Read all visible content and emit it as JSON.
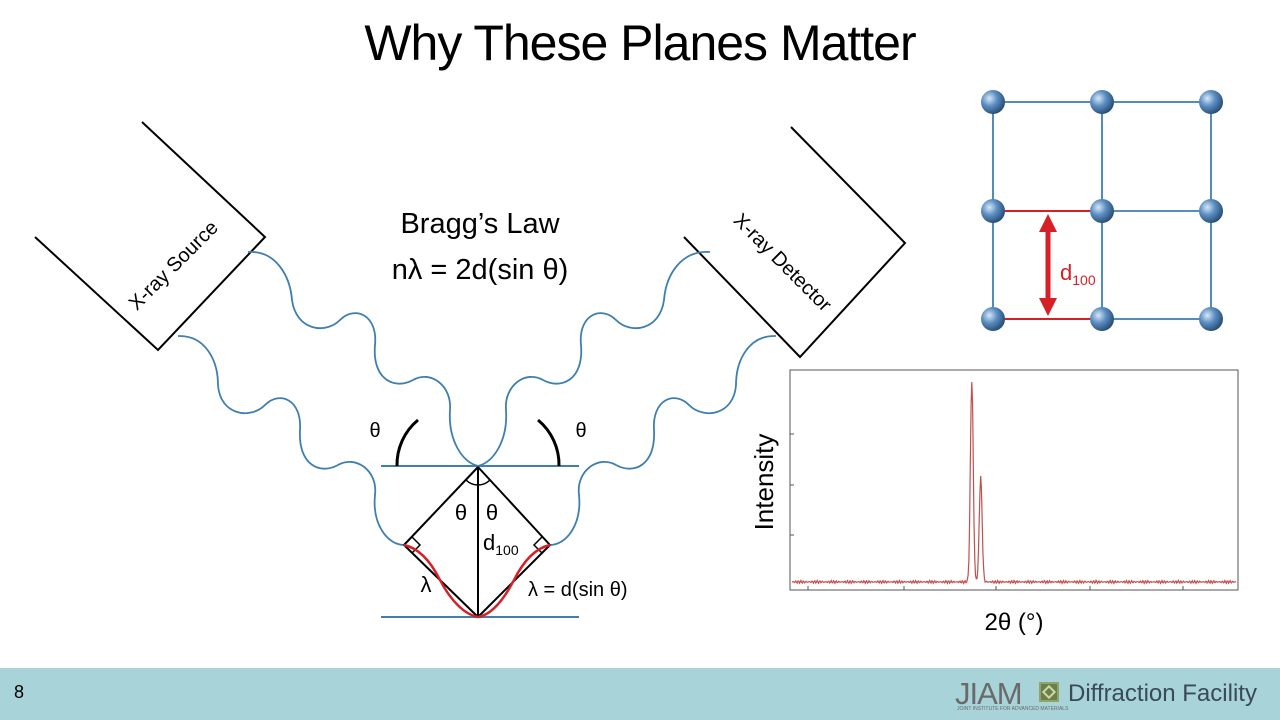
{
  "slide": {
    "title": "Why These Planes Matter",
    "page_number": "8"
  },
  "diagram": {
    "source_label": "X-ray Source",
    "detector_label": "X-ray Detector",
    "law_title": "Bragg’s Law",
    "law_equation": "nλ = 2d(sin θ)",
    "theta": "θ",
    "lambda": "λ",
    "lambda_equation": "λ = d(sin θ)",
    "d_symbol": "d",
    "d_subscript": "100"
  },
  "lattice": {
    "d_symbol": "d",
    "d_subscript": "100",
    "accent_color": "#d61f26",
    "atom_color": "#4a7fb5"
  },
  "pattern": {
    "ylabel": "Intensity",
    "xlabel": "2θ (°)"
  },
  "chart_data": {
    "type": "line",
    "series": [
      {
        "values": "single diffraction peak with shoulder; peak at about 2θ ≈ 0.41 of range"
      }
    ],
    "xlabel": "2θ (°)",
    "ylabel": "Intensity",
    "peaks": [
      {
        "position_fraction": 0.405,
        "relative_intensity": 1.0
      },
      {
        "position_fraction": 0.425,
        "relative_intensity": 0.52
      }
    ],
    "background_fraction": 0.02,
    "grid": false,
    "line_color": "#c0504d"
  },
  "footer": {
    "logo_text": "JIAM",
    "logo_subtext": "JOINT INSTITUTE FOR ADVANCED MATERIALS",
    "facility": "Diffraction Facility",
    "background_color": "#a7d3d9"
  }
}
